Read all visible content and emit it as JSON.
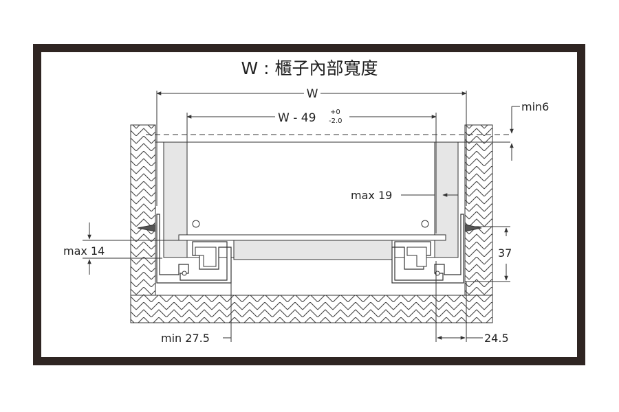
{
  "diagram": {
    "title": "W : 櫃子內部寬度",
    "labels": {
      "overall_width": "W",
      "inner_width": "W - 49",
      "tolerance_upper": "+0",
      "tolerance_lower": "-2.0",
      "min_top_clearance": "min6",
      "max_side_thickness": "max 19",
      "max_bottom_offset": "max 14",
      "slide_height": "37",
      "min_bottom_depth": "min 27.5",
      "rear_offset": "24.5"
    },
    "colors": {
      "frame": "#2f2522",
      "line": "#333333",
      "drawer_fill": "#e6e6e6",
      "slide_fill": "#ffffff"
    }
  }
}
